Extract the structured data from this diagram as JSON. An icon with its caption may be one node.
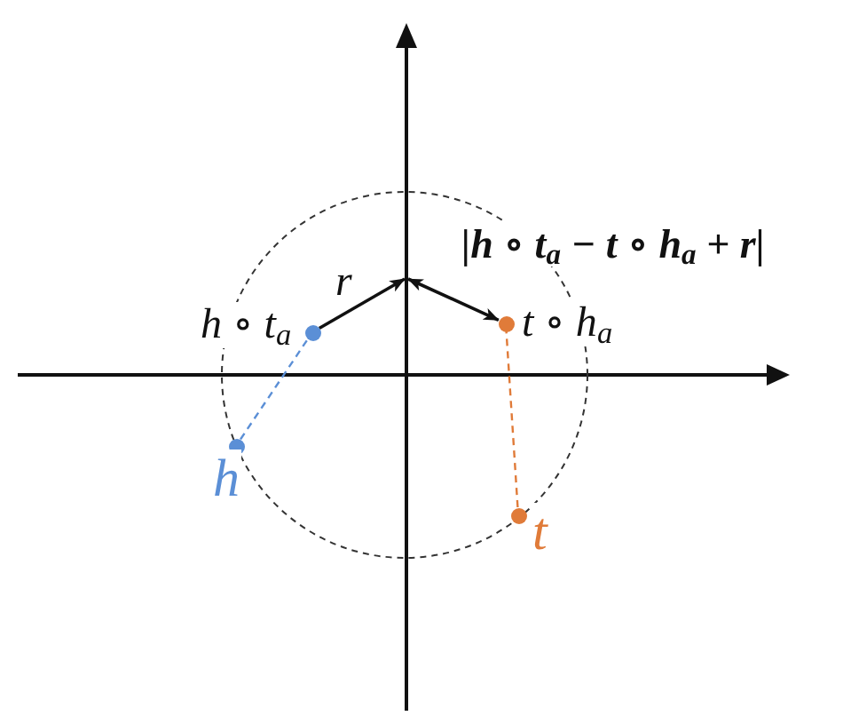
{
  "diagram": {
    "nodes": [
      {
        "text": [],
        "shape": "circle",
        "beside": [
          "h ∘ t$_{a}$"
        ]
      },
      {
        "text": [],
        "shape": "circle",
        "beside": [
          "t ∘ h$_{a}$"
        ]
      },
      {
        "text": [],
        "shape": "circle",
        "beside": [
          "h"
        ]
      },
      {
        "text": [],
        "shape": "circle",
        "beside": [
          "t"
        ]
      }
    ],
    "edges": [
      {
        "from": 0,
        "to": null,
        "arrow": "to",
        "label": "r"
      },
      {
        "from": null,
        "to": 1,
        "arrow": "both",
        "label": "|h ∘ t$_{a}$ − t ∘ h$_{a}$ + r|"
      },
      {
        "from": 2,
        "to": 0,
        "arrow": "none",
        "style": "dashed",
        "color": "#5b8fd6"
      },
      {
        "from": 3,
        "to": 1,
        "arrow": "none",
        "style": "dashed",
        "color": "#e07b39"
      }
    ]
  }
}
